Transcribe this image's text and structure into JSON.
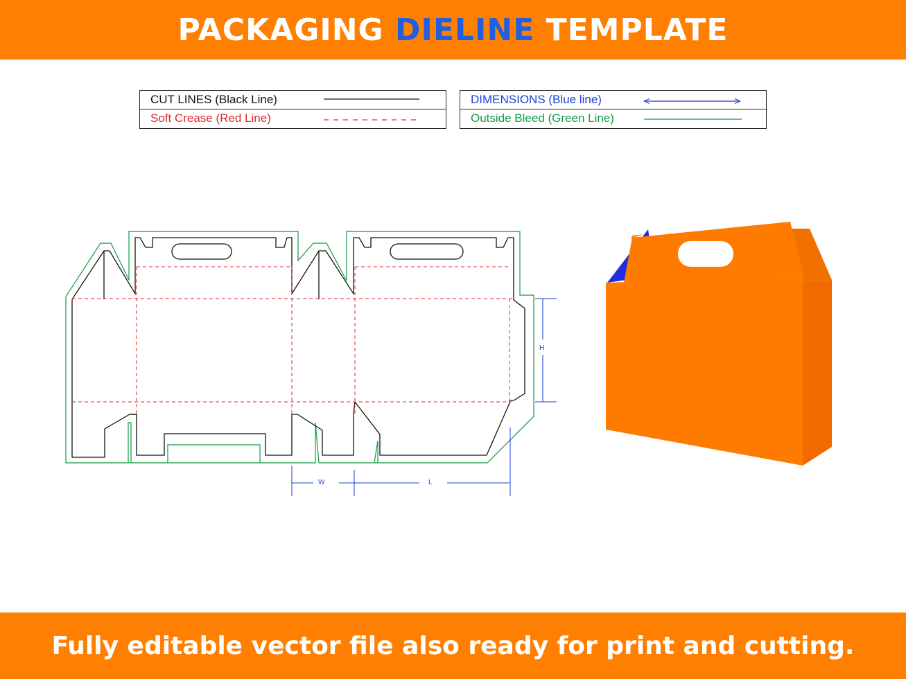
{
  "header": {
    "title_part1": "PACKAGING",
    "title_accent": "DIELINE",
    "title_part2": "TEMPLATE"
  },
  "legend": {
    "cut_lines": "CUT LINES (Black Line)",
    "soft_crease": "Soft Crease (Red Line)",
    "dimensions": "DIMENSIONS (Blue line)",
    "outside_bleed": "Outside Bleed (Green Line)"
  },
  "dimensions": {
    "height_label": "H",
    "width_label": "W",
    "length_label": "L"
  },
  "footer": {
    "tagline": "Fully editable vector file also ready for print and cutting."
  },
  "colors": {
    "banner": "#ff7f00",
    "accent": "#1f5fe0",
    "cut_line": "#111111",
    "crease_line": "#e3262b",
    "dimension_line": "#1a3fd6",
    "bleed_line": "#0f9b42",
    "box_front": "#ff7b00",
    "box_side": "#f06a00",
    "box_inner": "#1f2fe0"
  },
  "icons": {
    "cut_line_sample": "solid-line",
    "crease_line_sample": "dashed-line",
    "dimension_line_sample": "double-arrow-line",
    "bleed_line_sample": "solid-line"
  }
}
